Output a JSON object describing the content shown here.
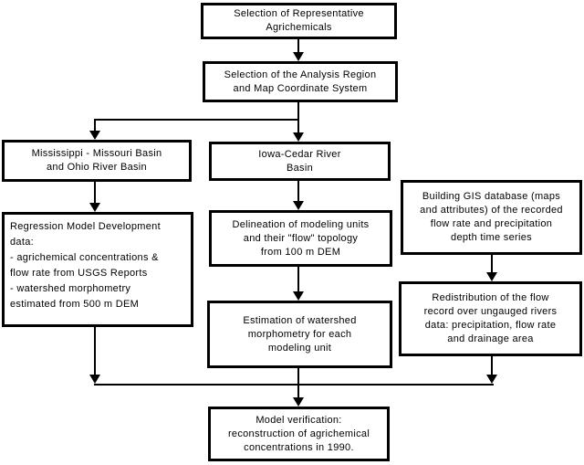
{
  "diagram": {
    "background_color": "#ffffff",
    "line_color": "#000000",
    "boxes": {
      "select_agrichemicals": {
        "text": "Selection of Representative\nAgrichemicals"
      },
      "select_region": {
        "text": "Selection of the Analysis Region\nand Map Coordinate System"
      },
      "mississippi_basin": {
        "text": "Mississippi - Missouri Basin\nand Ohio River Basin"
      },
      "iowa_cedar_basin": {
        "text": "Iowa-Cedar River\nBasin"
      },
      "regression_model": {
        "text": "Regression Model Development\ndata:\n- agrichemical concentrations &\nflow rate from USGS Reports\n- watershed morphometry\nestimated from 500 m DEM"
      },
      "delineation": {
        "text": "Delineation of modeling units\nand their \"flow\" topology\nfrom 100 m DEM"
      },
      "gis_database": {
        "text": "Building GIS database (maps\nand attributes) of the recorded\nflow rate and precipitation\ndepth time series"
      },
      "watershed_estimation": {
        "text": "Estimation of watershed\nmorphometry for each\nmodeling unit"
      },
      "flow_redistribution": {
        "text": "Redistribution of the flow\nrecord over ungauged rivers\ndata: precipitation, flow rate\nand drainage area"
      },
      "model_verification": {
        "text": "Model verification:\nreconstruction of agrichemical\nconcentrations in 1990."
      }
    },
    "edges": [
      {
        "from": "select_agrichemicals",
        "to": "select_region"
      },
      {
        "from": "select_region",
        "to": "mississippi_basin"
      },
      {
        "from": "select_region",
        "to": "iowa_cedar_basin"
      },
      {
        "from": "mississippi_basin",
        "to": "regression_model"
      },
      {
        "from": "iowa_cedar_basin",
        "to": "delineation"
      },
      {
        "from": "delineation",
        "to": "watershed_estimation"
      },
      {
        "from": "gis_database",
        "to": "flow_redistribution"
      },
      {
        "from": "regression_model",
        "to": "model_verification"
      },
      {
        "from": "watershed_estimation",
        "to": "model_verification"
      },
      {
        "from": "flow_redistribution",
        "to": "model_verification"
      }
    ]
  }
}
